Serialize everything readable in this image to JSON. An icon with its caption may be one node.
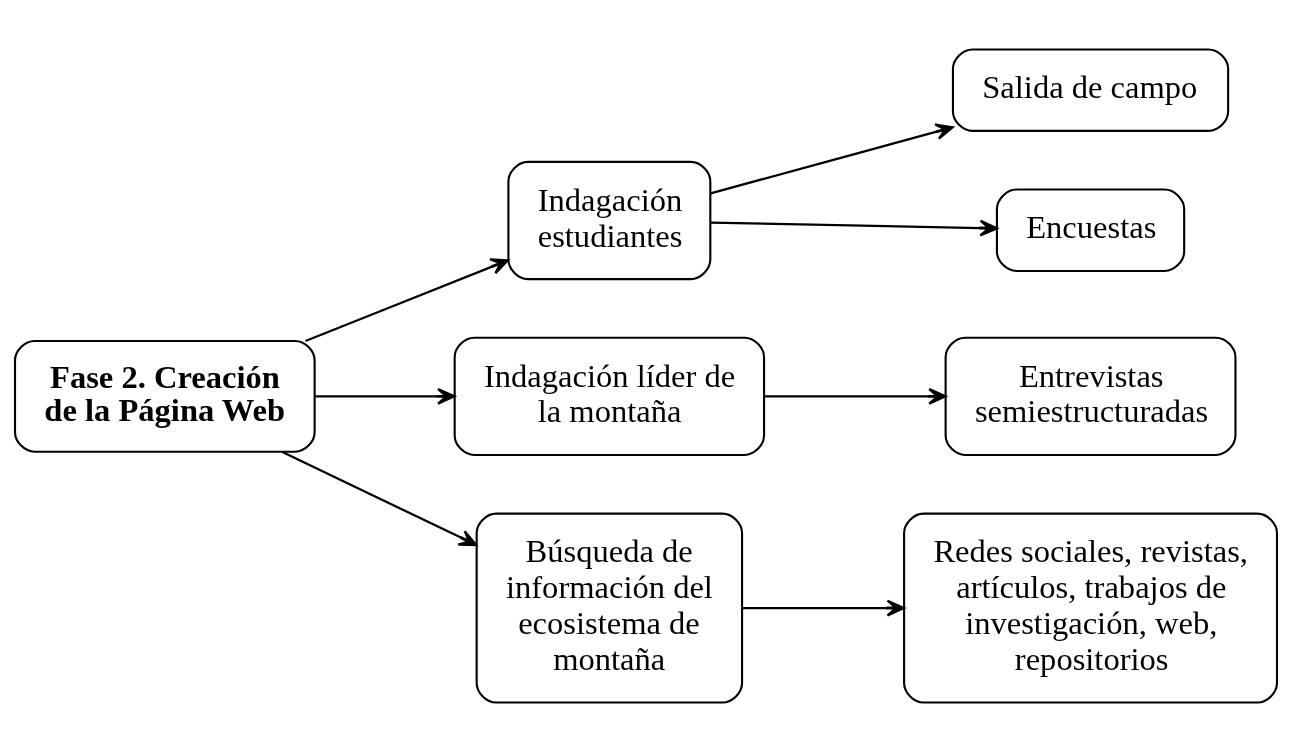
{
  "diagram": {
    "nodes": [
      {
        "text": [
          "Fase 2. Creación de la Página Web"
        ]
      },
      {
        "text": [
          "Indagación estudiantes"
        ]
      },
      {
        "text": [
          "Salida de campo"
        ]
      },
      {
        "text": [
          "Encuestas"
        ]
      },
      {
        "text": [
          "Indagación líder de la montaña"
        ]
      },
      {
        "text": [
          "Entrevistas semiestructuradas"
        ]
      },
      {
        "text": [
          "Búsqueda de información del ecosistema de montaña"
        ]
      },
      {
        "text": [
          "Redes sociales, revistas, artículos, trabajos de investigación, web, repositorios"
        ]
      }
    ],
    "edges": [
      {
        "from": 0,
        "to": 1,
        "arrow": "to"
      },
      {
        "from": 0,
        "to": 4,
        "arrow": "to"
      },
      {
        "from": 0,
        "to": 6,
        "arrow": "to"
      },
      {
        "from": 1,
        "to": 2,
        "arrow": "to"
      },
      {
        "from": 1,
        "to": 3,
        "arrow": "to"
      },
      {
        "from": 4,
        "to": 5,
        "arrow": "to"
      },
      {
        "from": 6,
        "to": 7,
        "arrow": "to"
      }
    ]
  }
}
